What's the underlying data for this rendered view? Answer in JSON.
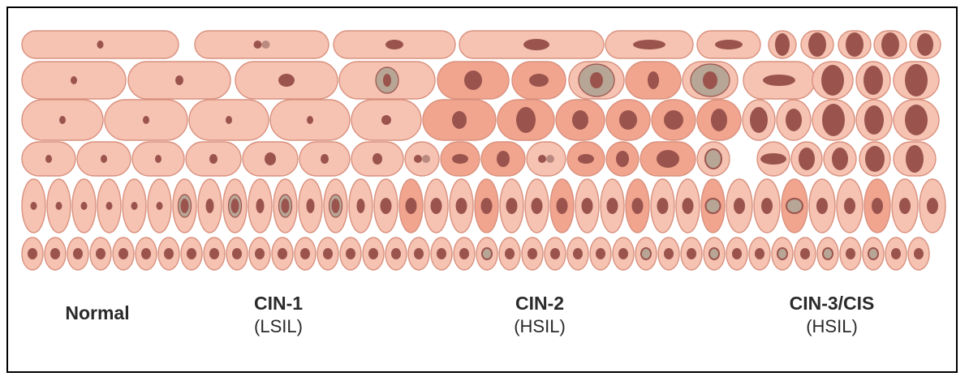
{
  "diagram": {
    "stages": [
      {
        "key": "normal",
        "name": "Normal",
        "sub": ""
      },
      {
        "key": "cin1",
        "name": "CIN-1",
        "sub": "(LSIL)"
      },
      {
        "key": "cin2",
        "name": "CIN-2",
        "sub": "(HSIL)"
      },
      {
        "key": "cin3",
        "name": "CIN-3/CIS",
        "sub": "(HSIL)"
      }
    ]
  },
  "colors": {
    "cell_fill": "#f6c2b2",
    "cell_fill_dark": "#f1a48e",
    "cell_stroke": "#d9917e",
    "nucleus": "#9a544d",
    "halo": "#b7a595",
    "frame": "#000000"
  }
}
